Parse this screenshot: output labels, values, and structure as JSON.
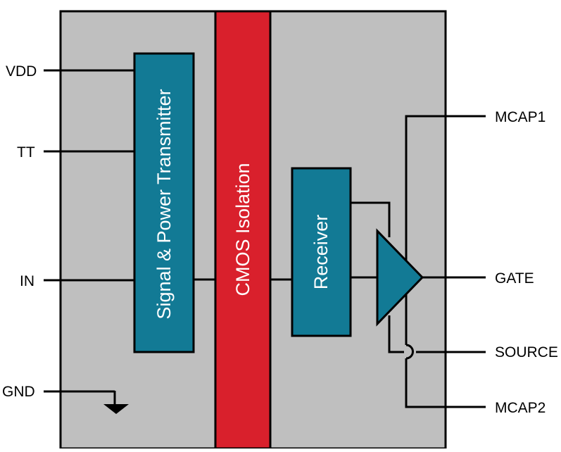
{
  "diagram": {
    "pins_left": {
      "vdd": "VDD",
      "tt": "TT",
      "in": "IN",
      "gnd": "GND"
    },
    "pins_right": {
      "mcap1": "MCAP1",
      "gate": "GATE",
      "source": "SOURCE",
      "mcap2": "MCAP2"
    },
    "blocks": {
      "transmitter": "Signal & Power Transmitter",
      "isolation": "CMOS Isolation",
      "receiver": "Receiver"
    },
    "colors": {
      "package": "#bfbfbf",
      "block": "#127a95",
      "isolation": "#d9202c",
      "wire": "#000000"
    }
  }
}
